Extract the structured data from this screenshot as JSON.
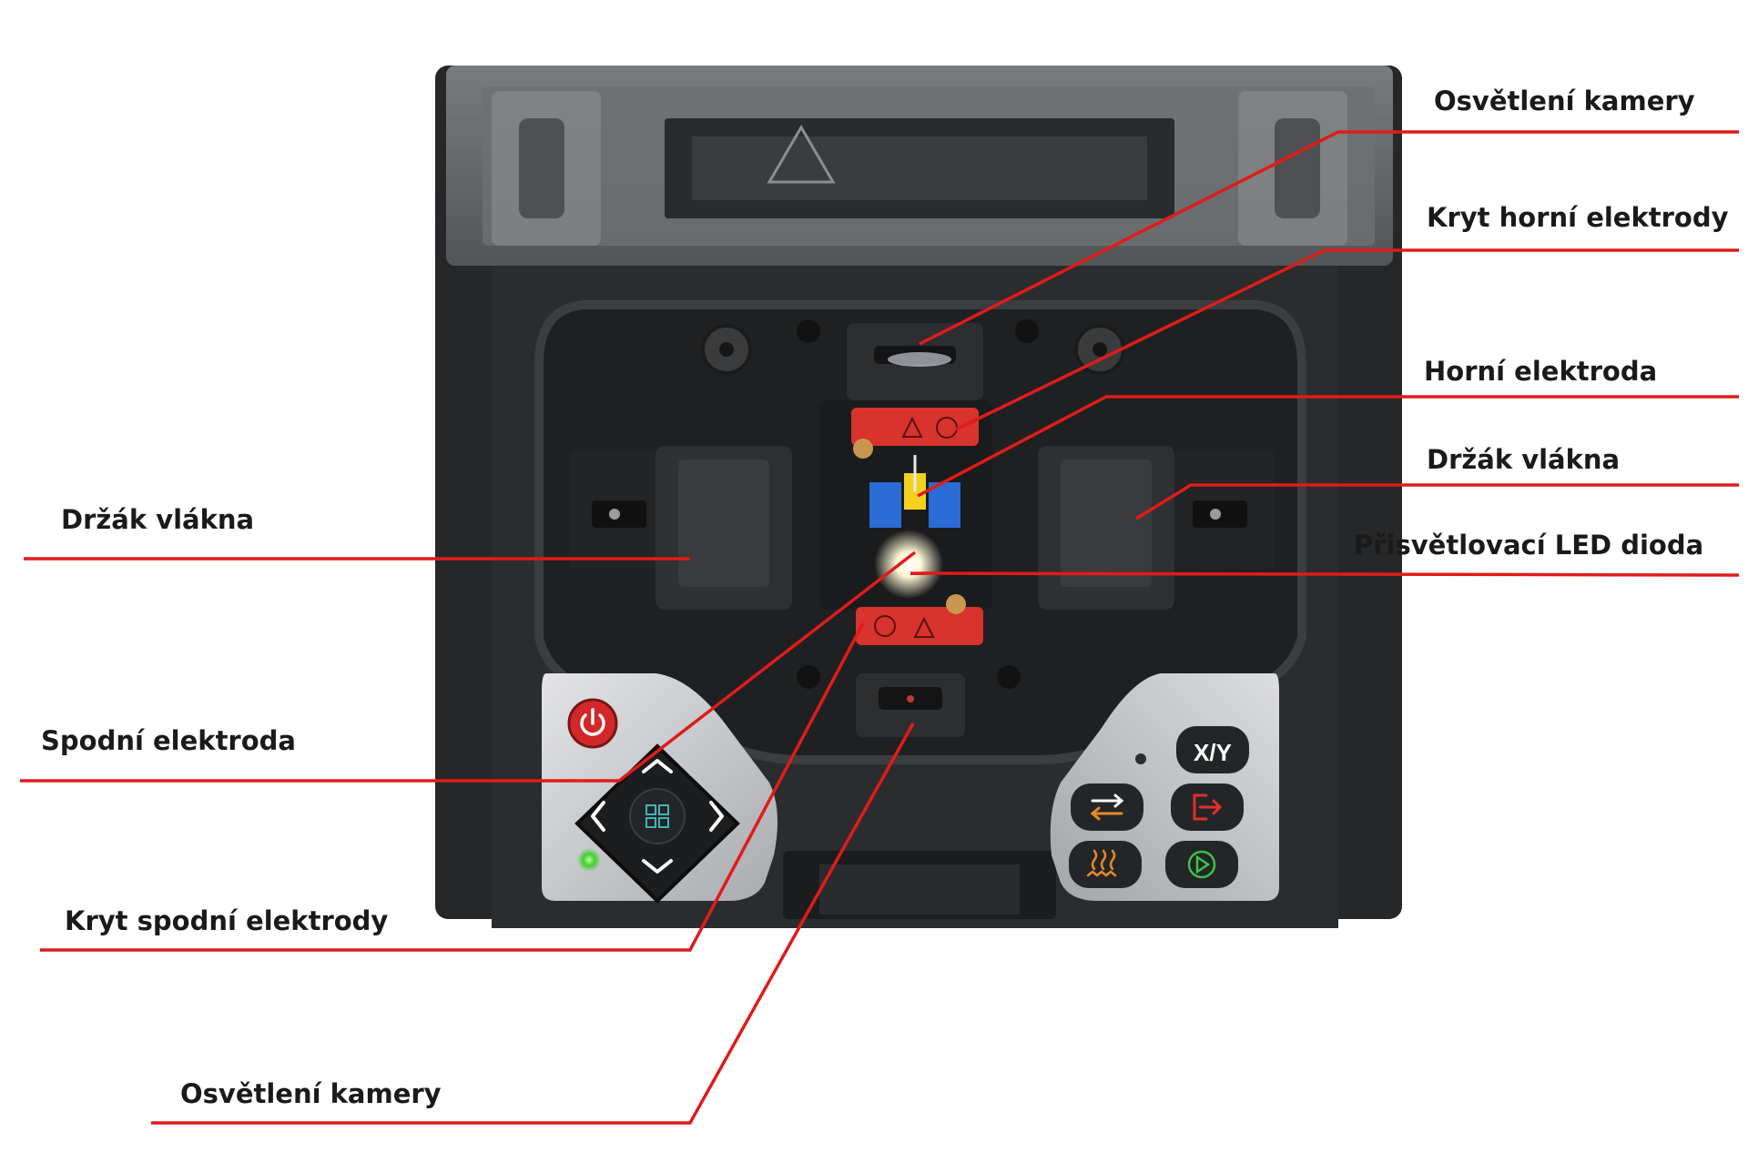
{
  "labels": {
    "camera_light_top": "Osvětlení kamery",
    "upper_electrode_cover": "Kryt horní elektrody",
    "upper_electrode": "Horní elektroda",
    "fiber_holder_right": "Držák vlákna",
    "led_diode": "Přisvětlovací LED dioda",
    "fiber_holder_left": "Držák vlákna",
    "lower_electrode": "Spodní elektroda",
    "lower_electrode_cover": "Kryt spodní elektrody",
    "camera_light_bottom": "Osvětlení kamery"
  },
  "device": {
    "xy_key": "X/Y"
  },
  "colors": {
    "leader_line": "#e01b1b",
    "device_body": "#2a2b2c",
    "warning_plate": "#d8332c",
    "panel_silver": "#c9cbcd"
  },
  "icons": [
    "power-icon",
    "menu-grid-icon",
    "arrow-up-icon",
    "arrow-down-icon",
    "arrow-left-icon",
    "arrow-right-icon",
    "swap-icon",
    "exit-icon",
    "heater-icon",
    "start-icon",
    "led-indicator"
  ]
}
